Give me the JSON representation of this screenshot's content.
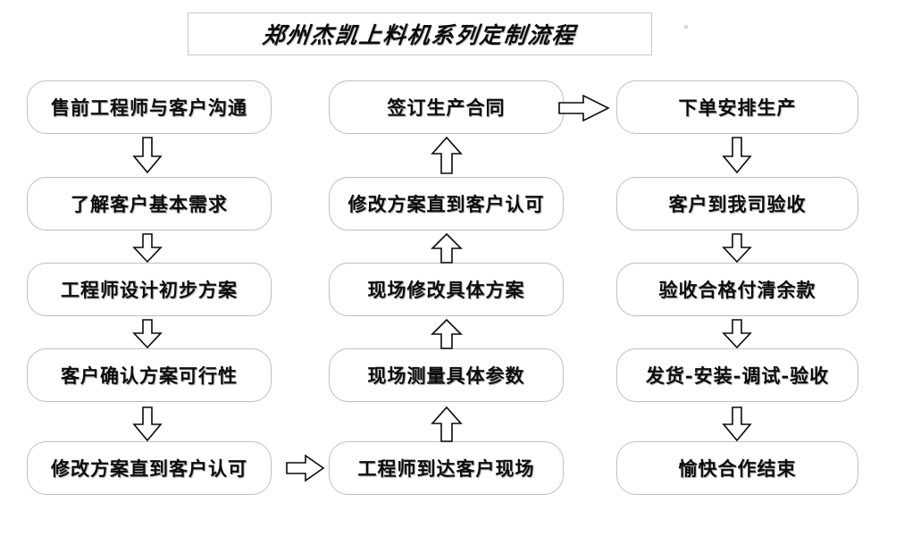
{
  "title": {
    "text": "郑州杰凯上料机系列定制流程"
  },
  "colors": {
    "box_border": "#bfbfbf",
    "title_border": "#c8c8c8",
    "text": "#0d0d0d",
    "arrow_stroke": "#0a0a0a",
    "background": "#ffffff"
  },
  "columns": [
    {
      "id": "column-1",
      "direction": "down",
      "nodes": [
        {
          "label": "售前工程师与客户沟通"
        },
        {
          "label": "了解客户基本需求"
        },
        {
          "label": "工程师设计初步方案"
        },
        {
          "label": "客户确认方案可行性"
        },
        {
          "label": "修改方案直到客户认可"
        }
      ]
    },
    {
      "id": "column-2",
      "direction": "up",
      "nodes": [
        {
          "label": "签订生产合同"
        },
        {
          "label": "修改方案直到客户认可"
        },
        {
          "label": "现场修改具体方案"
        },
        {
          "label": "现场测量具体参数"
        },
        {
          "label": "工程师到达客户现场"
        }
      ]
    },
    {
      "id": "column-3",
      "direction": "down",
      "nodes": [
        {
          "label": "下单安排生产"
        },
        {
          "label": "客户到我司验收"
        },
        {
          "label": "验收合格付清余款"
        },
        {
          "label": "发货-安装-调试-验收"
        },
        {
          "label": "愉快合作结束"
        }
      ]
    }
  ],
  "connectors": {
    "vertical_col1": [
      {
        "name": "arrow-down-1-1",
        "direction": "down"
      },
      {
        "name": "arrow-down-1-2",
        "direction": "down"
      },
      {
        "name": "arrow-down-1-3",
        "direction": "down"
      },
      {
        "name": "arrow-down-1-4",
        "direction": "down"
      }
    ],
    "vertical_col2": [
      {
        "name": "arrow-up-2-1",
        "direction": "up"
      },
      {
        "name": "arrow-up-2-2",
        "direction": "up"
      },
      {
        "name": "arrow-up-2-3",
        "direction": "up"
      },
      {
        "name": "arrow-up-2-4",
        "direction": "up"
      }
    ],
    "vertical_col3": [
      {
        "name": "arrow-down-3-1",
        "direction": "down"
      },
      {
        "name": "arrow-down-3-2",
        "direction": "down"
      },
      {
        "name": "arrow-down-3-3",
        "direction": "down"
      },
      {
        "name": "arrow-down-3-4",
        "direction": "down"
      }
    ],
    "horizontal": [
      {
        "name": "arrow-right-col1-to-col2",
        "direction": "right"
      },
      {
        "name": "arrow-right-col2-to-col3",
        "direction": "right"
      }
    ]
  }
}
